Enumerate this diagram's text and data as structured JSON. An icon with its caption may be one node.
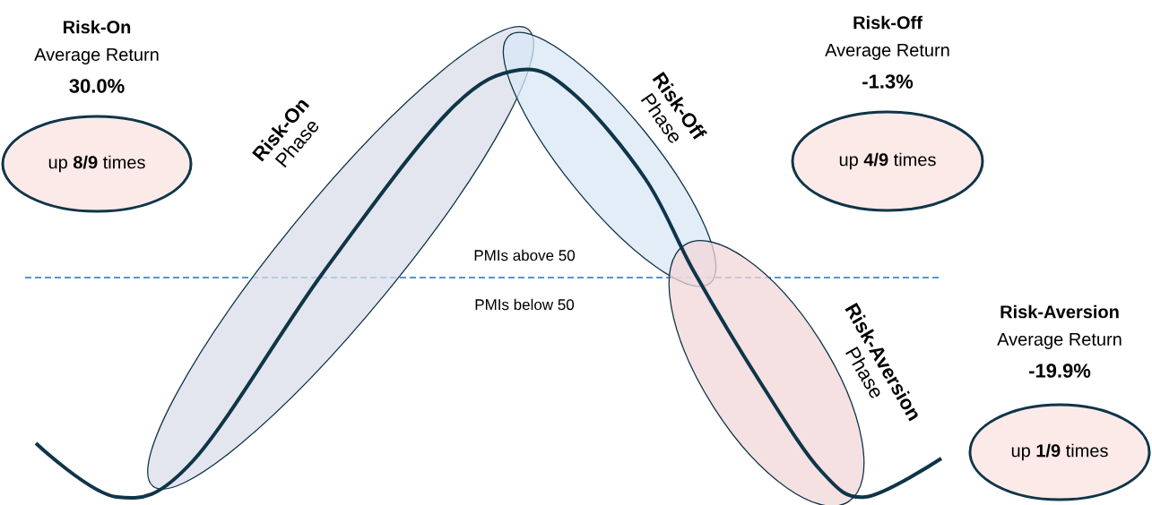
{
  "diagram": {
    "nodes": [
      {
        "text": [
          "Risk-On",
          "Average Return",
          "30.0%",
          "up **8/9** times"
        ]
      },
      {
        "text": [],
        "shape": "ellipse",
        "beside": [
          "Risk-On",
          "Phase"
        ]
      },
      {
        "text": [],
        "shape": "ellipse",
        "beside": [
          "Risk-Off",
          "Phase"
        ]
      },
      {
        "text": [
          "Risk-Off",
          "Average Return",
          "-1.3%",
          "up **4/9** times"
        ]
      },
      {
        "text": [],
        "shape": "ellipse",
        "beside": [
          "Risk-Aversion",
          "Phase"
        ]
      },
      {
        "text": [
          "Risk-Aversion",
          "Average Return",
          "-19.9%",
          "up **1/9** times"
        ]
      }
    ],
    "labels": [
      "PMIs above 50",
      "PMIs below 50"
    ]
  }
}
